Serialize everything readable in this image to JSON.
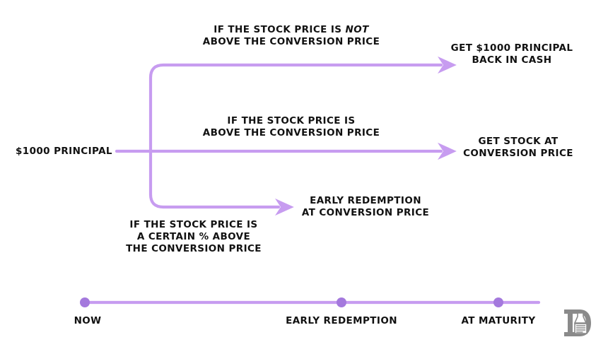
{
  "diagram": {
    "title_hidden": "",
    "accent_color": "#c79cf0",
    "accent_dark_color": "#a479dd",
    "text_color": "#111111",
    "background_color": "#ffffff",
    "source_label": "$1000 PRINCIPAL",
    "branches": [
      {
        "id": "no-conversion",
        "condition_line1": "IF THE STOCK PRICE IS ",
        "condition_emphasis": "NOT",
        "condition_line2": "ABOVE THE CONVERSION PRICE",
        "outcome_line1": "GET $1000 PRINCIPAL",
        "outcome_line2": "BACK IN CASH"
      },
      {
        "id": "conversion",
        "condition_line1": "IF THE STOCK PRICE IS",
        "condition_line2": "ABOVE THE CONVERSION PRICE",
        "outcome_line1": "GET STOCK AT",
        "outcome_line2": "CONVERSION PRICE"
      },
      {
        "id": "early-redemption",
        "condition_line1": "IF THE STOCK PRICE IS",
        "condition_line2": "A CERTAIN % ABOVE",
        "condition_line3": "THE CONVERSION PRICE",
        "outcome_line1": "EARLY REDEMPTION",
        "outcome_line2": "AT CONVERSION PRICE"
      }
    ],
    "timeline": {
      "points": [
        {
          "id": "now",
          "label": "NOW"
        },
        {
          "id": "early-redemption",
          "label": "EARLY REDEMPTION"
        },
        {
          "id": "at-maturity",
          "label": "AT MATURITY"
        }
      ]
    },
    "logo": {
      "name": "d-flask-document-logo",
      "color": "#8a8a8a"
    }
  }
}
